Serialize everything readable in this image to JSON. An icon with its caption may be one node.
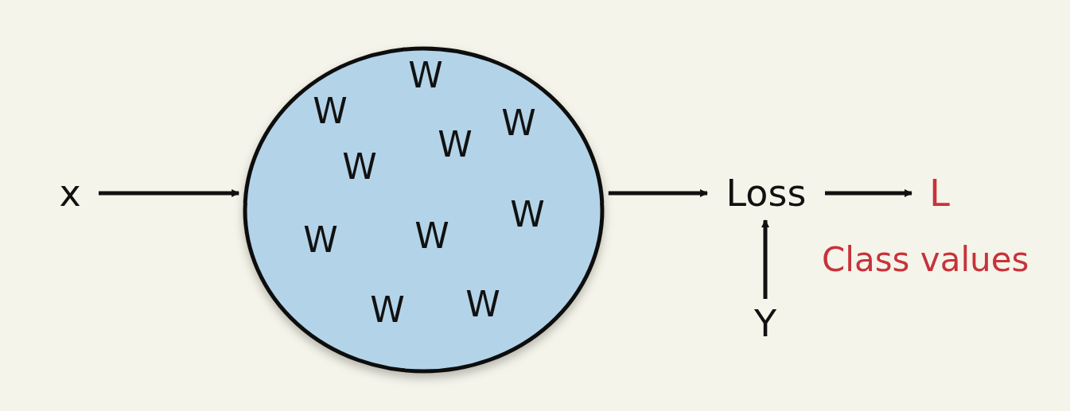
{
  "diagram": {
    "nodes": [
      {
        "text": [
          "x"
        ]
      },
      {
        "text": [
          "W",
          "W",
          "W",
          "W",
          "W",
          "W",
          "W",
          "W",
          "W",
          "W"
        ]
      },
      {
        "text": [
          "Loss"
        ]
      },
      {
        "text": [
          "L"
        ]
      },
      {
        "text": [
          "Y"
        ]
      }
    ],
    "edges": [
      {
        "from": 0,
        "to": 1,
        "arrow": "to"
      },
      {
        "from": 1,
        "to": 2,
        "arrow": "to"
      },
      {
        "from": 2,
        "to": 3,
        "arrow": "to"
      },
      {
        "from": 4,
        "to": 2,
        "arrow": "to"
      }
    ],
    "labels": [
      "Class values"
    ]
  }
}
